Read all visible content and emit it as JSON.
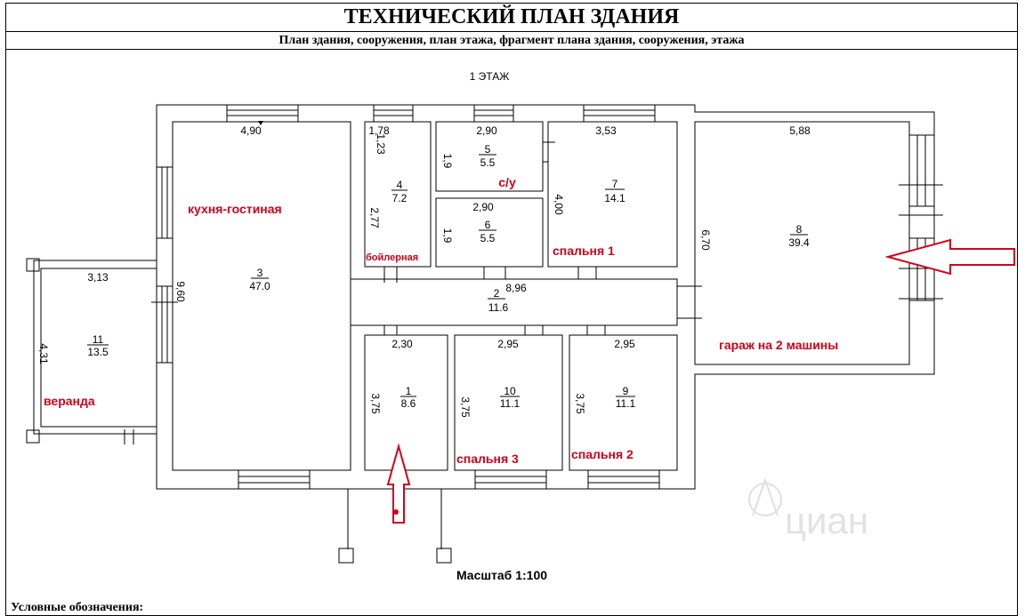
{
  "header": {
    "title": "ТЕХНИЧЕСКИЙ ПЛАН ЗДАНИЯ",
    "subtitle": "План здания, сооружения, план этажа, фрагмент плана здания, сооружения, этажа"
  },
  "plan": {
    "floor_label": "1 ЭТАЖ",
    "scale": "Масштаб 1:100",
    "legend_title": "Условные обозначения:",
    "watermark": "циан",
    "rooms": [
      {
        "id": "room-1",
        "number": "1",
        "area": "8.6"
      },
      {
        "id": "room-2",
        "number": "2",
        "area": "11.6"
      },
      {
        "id": "room-3",
        "number": "3",
        "area": "47.0"
      },
      {
        "id": "room-4",
        "number": "4",
        "area": "7.2"
      },
      {
        "id": "room-5",
        "number": "5",
        "area": "5.5"
      },
      {
        "id": "room-6",
        "number": "6",
        "area": "5.5"
      },
      {
        "id": "room-7",
        "number": "7",
        "area": "14.1"
      },
      {
        "id": "room-8",
        "number": "8",
        "area": "39.4"
      },
      {
        "id": "room-9",
        "number": "9",
        "area": "11.1"
      },
      {
        "id": "room-10",
        "number": "10",
        "area": "11.1"
      },
      {
        "id": "room-11",
        "number": "11",
        "area": "13.5"
      }
    ],
    "dimensions": [
      "4,90",
      "1,78",
      "2,90",
      "3,53",
      "5,88",
      "1,23",
      "1,9",
      "4,00",
      "2,77",
      "2,90",
      "1,9",
      "6,70",
      "3,13",
      "9,60",
      "8,96",
      "2,30",
      "2,95",
      "2,95",
      "4,31",
      "3,75",
      "3,75",
      "3,75"
    ],
    "annotations": [
      "кухня-гостиная",
      "с/у",
      "бойлерная",
      "спальня 1",
      "гараж на 2 машины",
      "веранда",
      "спальня 3",
      "спальня 2"
    ],
    "colors": {
      "annotation": "#d0021b",
      "line": "#000000"
    }
  }
}
